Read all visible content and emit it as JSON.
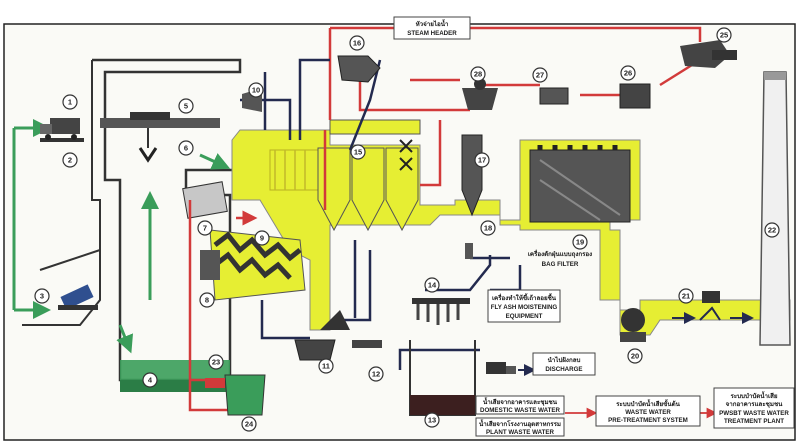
{
  "header": {
    "text": ""
  },
  "numbers": [
    "1",
    "2",
    "3",
    "4",
    "5",
    "6",
    "7",
    "8",
    "9",
    "10",
    "11",
    "12",
    "13",
    "14",
    "15",
    "16",
    "17",
    "18",
    "19",
    "20",
    "21",
    "22",
    "23",
    "24",
    "25",
    "26",
    "27",
    "28"
  ],
  "labels": {
    "steam_header_th": "หัวจ่ายไอน้ำ",
    "steam_header_en": "STEAM HEADER",
    "bag_filter_th": "เครื่องดักฝุ่นแบบถุงกรอง",
    "bag_filter_en": "BAG FILTER",
    "fly_ash_th": "เครื่องทำให้ขี้เถ้าลอยชื้น",
    "fly_ash_en_1": "FLY ASH MOISTENING",
    "fly_ash_en_2": "EQUIPMENT",
    "discharge_th": "นำไปฝังกลบ",
    "discharge_en": "DISCHARGE",
    "domestic_th": "น้ำเสียจากอาคารและชุมชน",
    "domestic_en": "DOMESTIC WASTE WATER",
    "plant_th": "น้ำเสียจากโรงงานอุตสาหกรรม",
    "plant_en": "PLANT WASTE WATER",
    "pretreat_th": "ระบบบำบัดน้ำเสียขั้นต้น",
    "pretreat_en_1": "WASTE WATER",
    "pretreat_en_2": "PRE-TREATMENT SYSTEM",
    "treatment_th_1": "ระบบบำบัดน้ำเสีย",
    "treatment_th_2": "จากอาคารและชุมชน",
    "treatment_en_1": "PWSBT WASTE WATER",
    "treatment_en_2": "TREATMENT PLANT"
  },
  "colors": {
    "flue_gas": "#e6ee33",
    "steam": "#d23a3a",
    "water": "#232a4f",
    "fresh_air": "#3a9d5a",
    "equipment": "#333333"
  }
}
